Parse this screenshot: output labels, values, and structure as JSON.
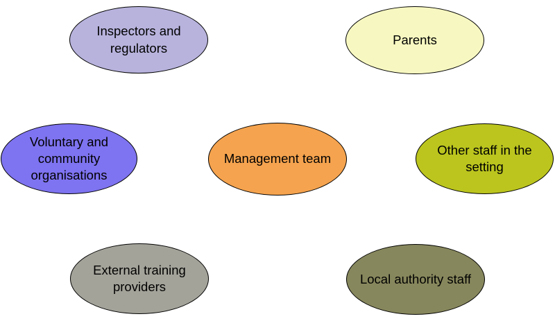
{
  "diagram": {
    "nodes": [
      {
        "id": "inspectors",
        "label": "Inspectors and\nregulators",
        "color": "#B7B3DD"
      },
      {
        "id": "parents",
        "label": "Parents",
        "color": "#F7F8C1"
      },
      {
        "id": "voluntary",
        "label": "Voluntary and\ncommunity\norganisations",
        "color": "#7E73F0"
      },
      {
        "id": "management",
        "label": "Management team",
        "color": "#F5A34E"
      },
      {
        "id": "otherstaff",
        "label": "Other staff in the\nsetting",
        "color": "#BBC51E"
      },
      {
        "id": "external",
        "label": "External training\nproviders",
        "color": "#A4A39A"
      },
      {
        "id": "local",
        "label": "Local authority staff",
        "color": "#87875D"
      }
    ]
  }
}
